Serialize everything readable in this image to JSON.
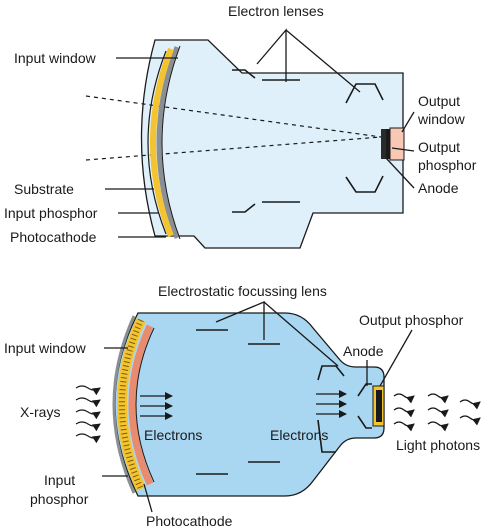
{
  "top_diagram": {
    "labels": {
      "electron_lenses": "Electron lenses",
      "input_window": "Input window",
      "output_window_line1": "Output",
      "output_window_line2": "window",
      "output_phosphor_line1": "Output",
      "output_phosphor_line2": "phosphor",
      "anode": "Anode",
      "substrate": "Substrate",
      "input_phosphor": "Input phosphor",
      "photocathode": "Photocathode"
    }
  },
  "bottom_diagram": {
    "labels": {
      "electrostatic_focussing_lens": "Electrostatic focussing lens",
      "input_window": "Input window",
      "output_phosphor": "Output phosphor",
      "anode": "Anode",
      "xrays": "X-rays",
      "electrons_left": "Electrons",
      "electrons_right": "Electrons",
      "light_photons": "Light photons",
      "input_phosphor_line1": "Input",
      "input_phosphor_line2": "phosphor",
      "photocathode": "Photocathode"
    }
  },
  "colors": {
    "tube_fill_top": "#dff0fb",
    "tube_fill_bottom": "#a9d7f2",
    "input_phosphor": "#f4c430",
    "photocathode": "#e98b6f",
    "substrate": "#8a8f96",
    "output_window": "#f8c8b4"
  }
}
